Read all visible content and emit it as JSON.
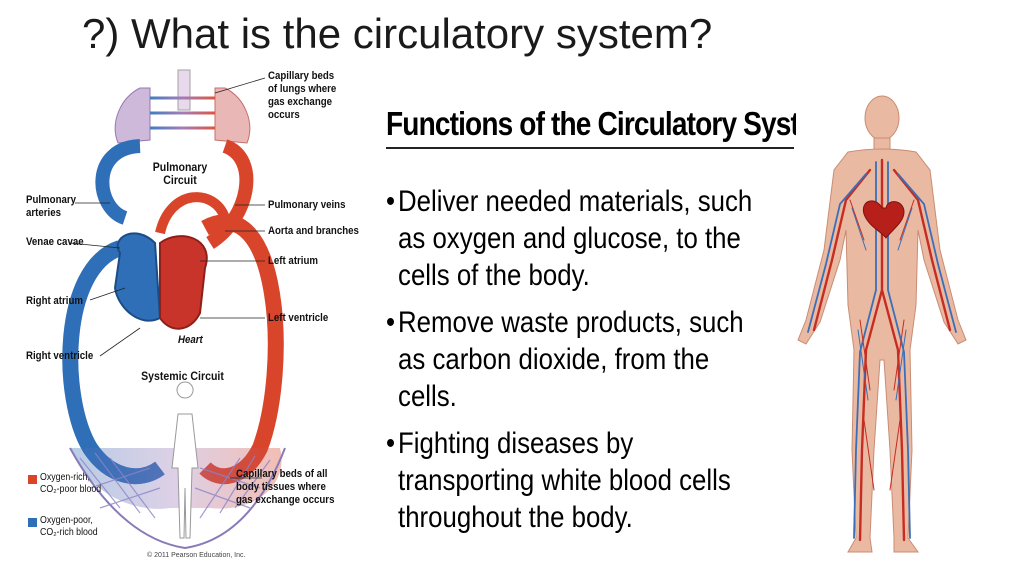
{
  "slide": {
    "title": "?) What is the circulatory system?"
  },
  "diagram": {
    "labels": {
      "capillary_lungs": "Capillary beds\nof lungs where\ngas exchange\noccurs",
      "pulmonary_circuit": "Pulmonary\nCircuit",
      "pulmonary_arteries": "Pulmonary\narteries",
      "pulmonary_veins": "Pulmonary veins",
      "venae_cavae": "Venae cavae",
      "aorta": "Aorta and branches",
      "left_atrium": "Left atrium",
      "right_atrium": "Right atrium",
      "left_ventricle": "Left ventricle",
      "heart": "Heart",
      "right_ventricle": "Right ventricle",
      "systemic_circuit": "Systemic Circuit",
      "capillary_body": "Capillary beds of all\nbody tissues where\ngas exchange occurs"
    },
    "legend": [
      {
        "label": "Oxygen-rich,\nCO₂-poor blood",
        "color": "#d9452b"
      },
      {
        "label": "Oxygen-poor,\nCO₂-rich blood",
        "color": "#2f6fb8"
      }
    ],
    "copyright": "© 2011 Pearson Education, Inc."
  },
  "functions": {
    "heading": "Functions of the Circulatory System",
    "bullets": [
      "Deliver needed materials, such as oxygen and glucose, to the cells of the body.",
      "Remove waste products, such as carbon dioxide, from the cells.",
      "Fighting diseases by transporting white blood cells throughout the body."
    ]
  },
  "colors": {
    "oxygen_rich": "#d9452b",
    "oxygen_poor": "#2f6fb8",
    "skin": "#e9b59a"
  }
}
